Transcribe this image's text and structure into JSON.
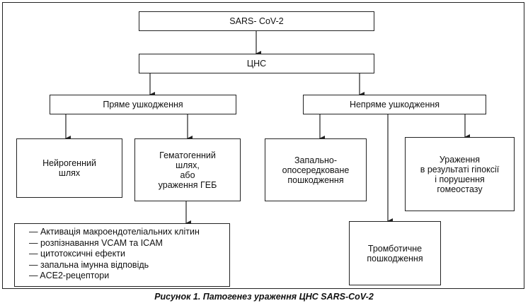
{
  "nodes": {
    "sars": "SARS- CoV-2",
    "cns": "ЦНС",
    "direct": "Пряме ушкодження",
    "indirect": "Непряме ушкодження",
    "neurogenic": "Нейрогенний\nшлях",
    "hematogenic": "Гематогенний\nшлях,\nабо\nураження ГЕБ",
    "inflammatory": "Запально-\nопосередковане\nпошкодження",
    "thrombotic": "Тромботичне\nпошкодження",
    "hypoxia": "Ураження\nв результаті гіпоксії\nі порушення\nгомеостазу"
  },
  "mechanisms": [
    "— Активація макроендотеліальних клітин",
    "— розпізнавання VCAM та ICAM",
    "— цитотоксичні ефекти",
    "— запальна імунна відповідь",
    "— ACE2-рецептори"
  ],
  "caption": "Рисунок 1. Патогенез ураження ЦНС SARS-CoV-2"
}
